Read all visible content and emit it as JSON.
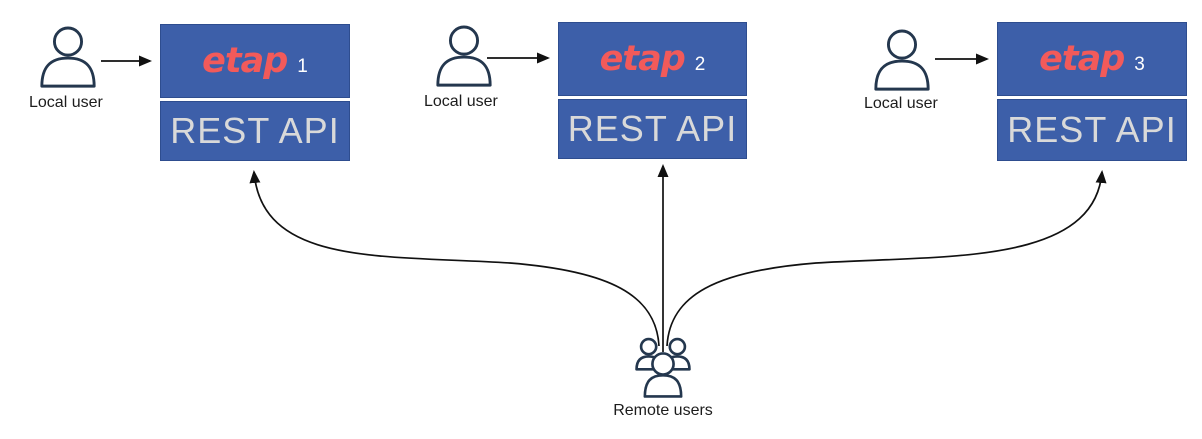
{
  "colors": {
    "background": "#ffffff",
    "box_blue": "#3d5fa9",
    "box_border": "#2e4d8f",
    "etap_red": "#f25a5a",
    "rest_text": "#d9d9d9",
    "icon_stroke": "#24374e",
    "arrow_black": "#111111",
    "label_text": "#1c1c1c"
  },
  "icons": {
    "local_user": "person-icon",
    "remote_users": "people-group-icon"
  },
  "nodes": [
    {
      "user_label": "Local user",
      "app_name": "etap",
      "instance_number": "1",
      "api_label": "REST API"
    },
    {
      "user_label": "Local user",
      "app_name": "etap",
      "instance_number": "2",
      "api_label": "REST API"
    },
    {
      "user_label": "Local user",
      "app_name": "etap",
      "instance_number": "3",
      "api_label": "REST API"
    }
  ],
  "remote": {
    "label": "Remote users"
  }
}
